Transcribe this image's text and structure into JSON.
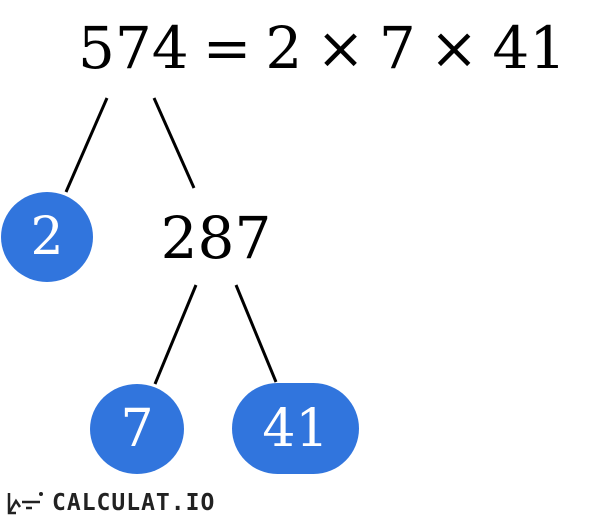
{
  "equation": {
    "number": "574",
    "equals": "=",
    "factors": [
      "2",
      "7",
      "41"
    ],
    "times": "×"
  },
  "tree": {
    "root": "574",
    "level1_prime": "2",
    "level1_composite": "287",
    "level2_primes": [
      "7",
      "41"
    ]
  },
  "colors": {
    "prime_fill": "#3175dd",
    "prime_text": "#ffffff",
    "line": "#000000"
  },
  "branding": {
    "logo_text": "CALCULAT.IO",
    "icon": "calculator-logo-icon"
  }
}
